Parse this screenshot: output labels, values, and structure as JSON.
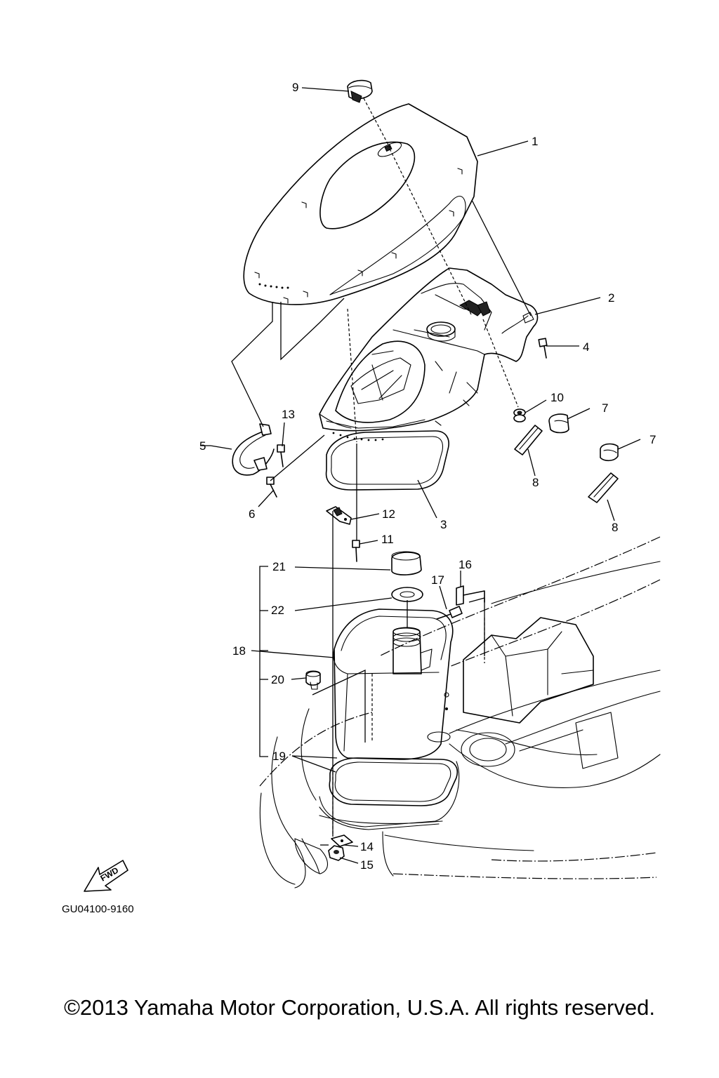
{
  "diagram": {
    "code": "GU04100-9160",
    "fwd_label": "FWD",
    "callouts": {
      "c1": "1",
      "c2": "2",
      "c3": "3",
      "c4": "4",
      "c5": "5",
      "c6": "6",
      "c7a": "7",
      "c7b": "7",
      "c8a": "8",
      "c8b": "8",
      "c9": "9",
      "c10": "10",
      "c11": "11",
      "c12": "12",
      "c13": "13",
      "c14": "14",
      "c15": "15",
      "c16": "16",
      "c17": "17",
      "c18": "18",
      "c19": "19",
      "c20": "20",
      "c21": "21",
      "c22": "22"
    }
  },
  "footer": {
    "copyright": "©2013 Yamaha Motor Corporation, U.S.A. All rights reserved."
  }
}
